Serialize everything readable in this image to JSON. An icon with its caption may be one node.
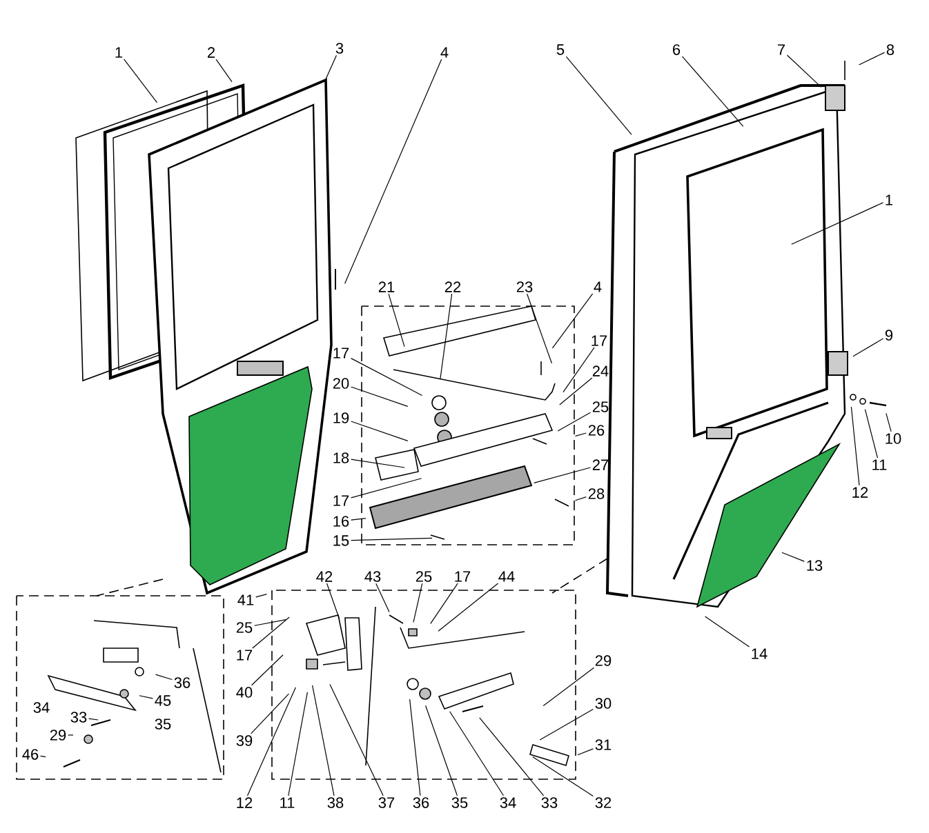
{
  "diagram": {
    "nodes": [
      {
        "text": [
          "1"
        ]
      },
      {
        "text": [
          "2"
        ]
      },
      {
        "text": [
          "3"
        ]
      },
      {
        "text": [
          "4"
        ]
      },
      {
        "text": [
          "5"
        ]
      },
      {
        "text": [
          "6"
        ]
      },
      {
        "text": [
          "7"
        ]
      },
      {
        "text": [
          "8"
        ]
      },
      {
        "text": [
          "1"
        ]
      },
      {
        "text": [
          "21"
        ]
      },
      {
        "text": [
          "22"
        ]
      },
      {
        "text": [
          "23"
        ]
      },
      {
        "text": [
          "4"
        ]
      },
      {
        "text": [
          "9"
        ]
      },
      {
        "text": [
          "17"
        ]
      },
      {
        "text": [
          "17"
        ]
      },
      {
        "text": [
          "20"
        ]
      },
      {
        "text": [
          "24"
        ]
      },
      {
        "text": [
          "19"
        ]
      },
      {
        "text": [
          "25"
        ]
      },
      {
        "text": [
          "26"
        ]
      },
      {
        "text": [
          "10"
        ]
      },
      {
        "text": [
          "18"
        ]
      },
      {
        "text": [
          "11"
        ]
      },
      {
        "text": [
          "27"
        ]
      },
      {
        "text": [
          "12"
        ]
      },
      {
        "text": [
          "28"
        ]
      },
      {
        "text": [
          "17"
        ]
      },
      {
        "text": [
          "16"
        ]
      },
      {
        "text": [
          "15"
        ]
      },
      {
        "text": [
          "13"
        ]
      },
      {
        "text": [
          "41"
        ]
      },
      {
        "text": [
          "42"
        ]
      },
      {
        "text": [
          "43"
        ]
      },
      {
        "text": [
          "25"
        ]
      },
      {
        "text": [
          "17"
        ]
      },
      {
        "text": [
          "44"
        ]
      },
      {
        "text": [
          "25"
        ]
      },
      {
        "text": [
          "14"
        ]
      },
      {
        "text": [
          "17"
        ]
      },
      {
        "text": [
          "29"
        ]
      },
      {
        "text": [
          "36"
        ]
      },
      {
        "text": [
          "40"
        ]
      },
      {
        "text": [
          "45"
        ]
      },
      {
        "text": [
          "30"
        ]
      },
      {
        "text": [
          "34"
        ]
      },
      {
        "text": [
          "33"
        ]
      },
      {
        "text": [
          "35"
        ]
      },
      {
        "text": [
          "29"
        ]
      },
      {
        "text": [
          "39"
        ]
      },
      {
        "text": [
          "31"
        ]
      },
      {
        "text": [
          "46"
        ]
      },
      {
        "text": [
          "12"
        ]
      },
      {
        "text": [
          "11"
        ]
      },
      {
        "text": [
          "38"
        ]
      },
      {
        "text": [
          "37"
        ]
      },
      {
        "text": [
          "36"
        ]
      },
      {
        "text": [
          "35"
        ]
      },
      {
        "text": [
          "34"
        ]
      },
      {
        "text": [
          "33"
        ]
      },
      {
        "text": [
          "32"
        ]
      }
    ],
    "edges": [
      {
        "from": 0,
        "to": null,
        "arrow": "none"
      },
      {
        "from": 1,
        "to": null,
        "arrow": "none"
      },
      {
        "from": 2,
        "to": null,
        "arrow": "none"
      },
      {
        "from": 3,
        "to": null,
        "arrow": "none"
      },
      {
        "from": 4,
        "to": null,
        "arrow": "none"
      },
      {
        "from": 5,
        "to": null,
        "arrow": "none"
      },
      {
        "from": 6,
        "to": null,
        "arrow": "none"
      },
      {
        "from": 7,
        "to": null,
        "arrow": "none"
      },
      {
        "from": 8,
        "to": null,
        "arrow": "none"
      },
      {
        "from": 9,
        "to": null,
        "arrow": "none"
      },
      {
        "from": 10,
        "to": null,
        "arrow": "none"
      },
      {
        "from": 11,
        "to": null,
        "arrow": "none"
      },
      {
        "from": 12,
        "to": null,
        "arrow": "none"
      },
      {
        "from": 13,
        "to": null,
        "arrow": "none"
      },
      {
        "from": 14,
        "to": null,
        "arrow": "none"
      },
      {
        "from": 15,
        "to": null,
        "arrow": "none"
      },
      {
        "from": 16,
        "to": null,
        "arrow": "none"
      },
      {
        "from": 17,
        "to": null,
        "arrow": "none"
      },
      {
        "from": 18,
        "to": null,
        "arrow": "none"
      },
      {
        "from": 19,
        "to": null,
        "arrow": "none"
      },
      {
        "from": 20,
        "to": null,
        "arrow": "none"
      },
      {
        "from": 21,
        "to": null,
        "arrow": "none"
      },
      {
        "from": 22,
        "to": null,
        "arrow": "none"
      },
      {
        "from": 23,
        "to": null,
        "arrow": "none"
      },
      {
        "from": 24,
        "to": null,
        "arrow": "none"
      },
      {
        "from": 25,
        "to": null,
        "arrow": "none"
      },
      {
        "from": 26,
        "to": null,
        "arrow": "none"
      },
      {
        "from": 27,
        "to": null,
        "arrow": "none"
      },
      {
        "from": 28,
        "to": null,
        "arrow": "none"
      },
      {
        "from": 29,
        "to": null,
        "arrow": "none"
      },
      {
        "from": 30,
        "to": null,
        "arrow": "none"
      },
      {
        "from": 31,
        "to": null,
        "arrow": "none"
      },
      {
        "from": 32,
        "to": null,
        "arrow": "none"
      },
      {
        "from": 33,
        "to": null,
        "arrow": "none"
      },
      {
        "from": 34,
        "to": null,
        "arrow": "none"
      },
      {
        "from": 35,
        "to": null,
        "arrow": "none"
      },
      {
        "from": 36,
        "to": null,
        "arrow": "none"
      },
      {
        "from": 37,
        "to": null,
        "arrow": "none"
      },
      {
        "from": 38,
        "to": null,
        "arrow": "none"
      },
      {
        "from": 39,
        "to": null,
        "arrow": "none"
      },
      {
        "from": 40,
        "to": null,
        "arrow": "none"
      },
      {
        "from": 41,
        "to": null,
        "arrow": "none"
      },
      {
        "from": 42,
        "to": null,
        "arrow": "none"
      },
      {
        "from": 43,
        "to": null,
        "arrow": "none"
      },
      {
        "from": 44,
        "to": null,
        "arrow": "none"
      },
      {
        "from": 46,
        "to": null,
        "arrow": "none"
      },
      {
        "from": 48,
        "to": null,
        "arrow": "none"
      },
      {
        "from": 49,
        "to": null,
        "arrow": "none"
      },
      {
        "from": 50,
        "to": null,
        "arrow": "none"
      },
      {
        "from": 51,
        "to": null,
        "arrow": "none"
      },
      {
        "from": 52,
        "to": null,
        "arrow": "none"
      },
      {
        "from": 53,
        "to": null,
        "arrow": "none"
      },
      {
        "from": 54,
        "to": null,
        "arrow": "none"
      },
      {
        "from": 55,
        "to": null,
        "arrow": "none"
      },
      {
        "from": 56,
        "to": null,
        "arrow": "none"
      },
      {
        "from": 57,
        "to": null,
        "arrow": "none"
      },
      {
        "from": 58,
        "to": null,
        "arrow": "none"
      },
      {
        "from": 59,
        "to": null,
        "arrow": "none"
      },
      {
        "from": 60,
        "to": null,
        "arrow": "none"
      }
    ]
  }
}
